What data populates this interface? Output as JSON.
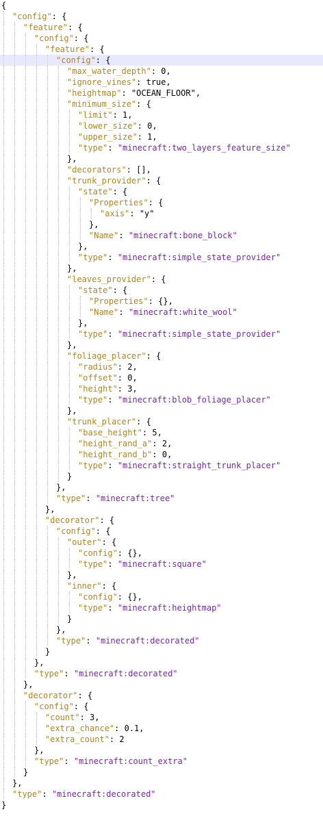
{
  "editor": {
    "highlight_color": "#e8e8ff",
    "key_color": "#b8860b",
    "string_value_color": "#7c1ec8",
    "highlighted_line": 5,
    "lines": [
      {
        "indent": 0,
        "parts": [
          {
            "t": "p",
            "v": "{"
          }
        ]
      },
      {
        "indent": 1,
        "parts": [
          {
            "t": "k",
            "v": "\"config\""
          },
          {
            "t": "p",
            "v": ": {"
          }
        ]
      },
      {
        "indent": 2,
        "parts": [
          {
            "t": "k",
            "v": "\"feature\""
          },
          {
            "t": "p",
            "v": ": {"
          }
        ]
      },
      {
        "indent": 3,
        "parts": [
          {
            "t": "k",
            "v": "\"config\""
          },
          {
            "t": "p",
            "v": ": {"
          }
        ]
      },
      {
        "indent": 4,
        "parts": [
          {
            "t": "k",
            "v": "\"feature\""
          },
          {
            "t": "p",
            "v": ": {"
          }
        ]
      },
      {
        "indent": 5,
        "parts": [
          {
            "t": "k",
            "v": "\"config\""
          },
          {
            "t": "p",
            "v": ": {"
          }
        ]
      },
      {
        "indent": 6,
        "parts": [
          {
            "t": "k",
            "v": "\"max_water_depth\""
          },
          {
            "t": "p",
            "v": ": "
          },
          {
            "t": "v",
            "v": "0"
          },
          {
            "t": "p",
            "v": ","
          }
        ]
      },
      {
        "indent": 6,
        "parts": [
          {
            "t": "k",
            "v": "\"ignore_vines\""
          },
          {
            "t": "p",
            "v": ": "
          },
          {
            "t": "v",
            "v": "true"
          },
          {
            "t": "p",
            "v": ","
          }
        ]
      },
      {
        "indent": 6,
        "parts": [
          {
            "t": "k",
            "v": "\"heightmap\""
          },
          {
            "t": "p",
            "v": ": "
          },
          {
            "t": "v",
            "v": "\"OCEAN_FLOOR\""
          },
          {
            "t": "p",
            "v": ","
          }
        ]
      },
      {
        "indent": 6,
        "parts": [
          {
            "t": "k",
            "v": "\"minimum_size\""
          },
          {
            "t": "p",
            "v": ": {"
          }
        ]
      },
      {
        "indent": 7,
        "parts": [
          {
            "t": "k",
            "v": "\"limit\""
          },
          {
            "t": "p",
            "v": ": "
          },
          {
            "t": "v",
            "v": "1"
          },
          {
            "t": "p",
            "v": ","
          }
        ]
      },
      {
        "indent": 7,
        "parts": [
          {
            "t": "k",
            "v": "\"lower_size\""
          },
          {
            "t": "p",
            "v": ": "
          },
          {
            "t": "v",
            "v": "0"
          },
          {
            "t": "p",
            "v": ","
          }
        ]
      },
      {
        "indent": 7,
        "parts": [
          {
            "t": "k",
            "v": "\"upper_size\""
          },
          {
            "t": "p",
            "v": ": "
          },
          {
            "t": "v",
            "v": "1"
          },
          {
            "t": "p",
            "v": ","
          }
        ]
      },
      {
        "indent": 7,
        "parts": [
          {
            "t": "k",
            "v": "\"type\""
          },
          {
            "t": "p",
            "v": ": "
          },
          {
            "t": "s",
            "v": "\"minecraft:two_layers_feature_size\""
          }
        ]
      },
      {
        "indent": 6,
        "parts": [
          {
            "t": "p",
            "v": "},"
          }
        ]
      },
      {
        "indent": 6,
        "parts": [
          {
            "t": "k",
            "v": "\"decorators\""
          },
          {
            "t": "p",
            "v": ": [],"
          }
        ]
      },
      {
        "indent": 6,
        "parts": [
          {
            "t": "k",
            "v": "\"trunk_provider\""
          },
          {
            "t": "p",
            "v": ": {"
          }
        ]
      },
      {
        "indent": 7,
        "parts": [
          {
            "t": "k",
            "v": "\"state\""
          },
          {
            "t": "p",
            "v": ": {"
          }
        ]
      },
      {
        "indent": 8,
        "parts": [
          {
            "t": "k",
            "v": "\"Properties\""
          },
          {
            "t": "p",
            "v": ": {"
          }
        ]
      },
      {
        "indent": 9,
        "parts": [
          {
            "t": "k",
            "v": "\"axis\""
          },
          {
            "t": "p",
            "v": ": "
          },
          {
            "t": "v",
            "v": "\"y\""
          }
        ]
      },
      {
        "indent": 8,
        "parts": [
          {
            "t": "p",
            "v": "},"
          }
        ]
      },
      {
        "indent": 8,
        "parts": [
          {
            "t": "k",
            "v": "\"Name\""
          },
          {
            "t": "p",
            "v": ": "
          },
          {
            "t": "s",
            "v": "\"minecraft:bone_block\""
          }
        ]
      },
      {
        "indent": 7,
        "parts": [
          {
            "t": "p",
            "v": "},"
          }
        ]
      },
      {
        "indent": 7,
        "parts": [
          {
            "t": "k",
            "v": "\"type\""
          },
          {
            "t": "p",
            "v": ": "
          },
          {
            "t": "s",
            "v": "\"minecraft:simple_state_provider\""
          }
        ]
      },
      {
        "indent": 6,
        "parts": [
          {
            "t": "p",
            "v": "},"
          }
        ]
      },
      {
        "indent": 6,
        "parts": [
          {
            "t": "k",
            "v": "\"leaves_provider\""
          },
          {
            "t": "p",
            "v": ": {"
          }
        ]
      },
      {
        "indent": 7,
        "parts": [
          {
            "t": "k",
            "v": "\"state\""
          },
          {
            "t": "p",
            "v": ": {"
          }
        ]
      },
      {
        "indent": 8,
        "parts": [
          {
            "t": "k",
            "v": "\"Properties\""
          },
          {
            "t": "p",
            "v": ": {},"
          }
        ]
      },
      {
        "indent": 8,
        "parts": [
          {
            "t": "k",
            "v": "\"Name\""
          },
          {
            "t": "p",
            "v": ": "
          },
          {
            "t": "s",
            "v": "\"minecraft:white_wool\""
          }
        ]
      },
      {
        "indent": 7,
        "parts": [
          {
            "t": "p",
            "v": "},"
          }
        ]
      },
      {
        "indent": 7,
        "parts": [
          {
            "t": "k",
            "v": "\"type\""
          },
          {
            "t": "p",
            "v": ": "
          },
          {
            "t": "s",
            "v": "\"minecraft:simple_state_provider\""
          }
        ]
      },
      {
        "indent": 6,
        "parts": [
          {
            "t": "p",
            "v": "},"
          }
        ]
      },
      {
        "indent": 6,
        "parts": [
          {
            "t": "k",
            "v": "\"foliage_placer\""
          },
          {
            "t": "p",
            "v": ": {"
          }
        ]
      },
      {
        "indent": 7,
        "parts": [
          {
            "t": "k",
            "v": "\"radius\""
          },
          {
            "t": "p",
            "v": ": "
          },
          {
            "t": "v",
            "v": "2"
          },
          {
            "t": "p",
            "v": ","
          }
        ]
      },
      {
        "indent": 7,
        "parts": [
          {
            "t": "k",
            "v": "\"offset\""
          },
          {
            "t": "p",
            "v": ": "
          },
          {
            "t": "v",
            "v": "0"
          },
          {
            "t": "p",
            "v": ","
          }
        ]
      },
      {
        "indent": 7,
        "parts": [
          {
            "t": "k",
            "v": "\"height\""
          },
          {
            "t": "p",
            "v": ": "
          },
          {
            "t": "v",
            "v": "3"
          },
          {
            "t": "p",
            "v": ","
          }
        ]
      },
      {
        "indent": 7,
        "parts": [
          {
            "t": "k",
            "v": "\"type\""
          },
          {
            "t": "p",
            "v": ": "
          },
          {
            "t": "s",
            "v": "\"minecraft:blob_foliage_placer\""
          }
        ]
      },
      {
        "indent": 6,
        "parts": [
          {
            "t": "p",
            "v": "},"
          }
        ]
      },
      {
        "indent": 6,
        "parts": [
          {
            "t": "k",
            "v": "\"trunk_placer\""
          },
          {
            "t": "p",
            "v": ": {"
          }
        ]
      },
      {
        "indent": 7,
        "parts": [
          {
            "t": "k",
            "v": "\"base_height\""
          },
          {
            "t": "p",
            "v": ": "
          },
          {
            "t": "v",
            "v": "5"
          },
          {
            "t": "p",
            "v": ","
          }
        ]
      },
      {
        "indent": 7,
        "parts": [
          {
            "t": "k",
            "v": "\"height_rand_a\""
          },
          {
            "t": "p",
            "v": ": "
          },
          {
            "t": "v",
            "v": "2"
          },
          {
            "t": "p",
            "v": ","
          }
        ]
      },
      {
        "indent": 7,
        "parts": [
          {
            "t": "k",
            "v": "\"height_rand_b\""
          },
          {
            "t": "p",
            "v": ": "
          },
          {
            "t": "v",
            "v": "0"
          },
          {
            "t": "p",
            "v": ","
          }
        ]
      },
      {
        "indent": 7,
        "parts": [
          {
            "t": "k",
            "v": "\"type\""
          },
          {
            "t": "p",
            "v": ": "
          },
          {
            "t": "s",
            "v": "\"minecraft:straight_trunk_placer\""
          }
        ]
      },
      {
        "indent": 6,
        "parts": [
          {
            "t": "p",
            "v": "}"
          }
        ]
      },
      {
        "indent": 5,
        "parts": [
          {
            "t": "p",
            "v": "},"
          }
        ]
      },
      {
        "indent": 5,
        "parts": [
          {
            "t": "k",
            "v": "\"type\""
          },
          {
            "t": "p",
            "v": ": "
          },
          {
            "t": "s",
            "v": "\"minecraft:tree\""
          }
        ]
      },
      {
        "indent": 4,
        "parts": [
          {
            "t": "p",
            "v": "},"
          }
        ]
      },
      {
        "indent": 4,
        "parts": [
          {
            "t": "k",
            "v": "\"decorator\""
          },
          {
            "t": "p",
            "v": ": {"
          }
        ]
      },
      {
        "indent": 5,
        "parts": [
          {
            "t": "k",
            "v": "\"config\""
          },
          {
            "t": "p",
            "v": ": {"
          }
        ]
      },
      {
        "indent": 6,
        "parts": [
          {
            "t": "k",
            "v": "\"outer\""
          },
          {
            "t": "p",
            "v": ": {"
          }
        ]
      },
      {
        "indent": 7,
        "parts": [
          {
            "t": "k",
            "v": "\"config\""
          },
          {
            "t": "p",
            "v": ": {},"
          }
        ]
      },
      {
        "indent": 7,
        "parts": [
          {
            "t": "k",
            "v": "\"type\""
          },
          {
            "t": "p",
            "v": ": "
          },
          {
            "t": "s",
            "v": "\"minecraft:square\""
          }
        ]
      },
      {
        "indent": 6,
        "parts": [
          {
            "t": "p",
            "v": "},"
          }
        ]
      },
      {
        "indent": 6,
        "parts": [
          {
            "t": "k",
            "v": "\"inner\""
          },
          {
            "t": "p",
            "v": ": {"
          }
        ]
      },
      {
        "indent": 7,
        "parts": [
          {
            "t": "k",
            "v": "\"config\""
          },
          {
            "t": "p",
            "v": ": {},"
          }
        ]
      },
      {
        "indent": 7,
        "parts": [
          {
            "t": "k",
            "v": "\"type\""
          },
          {
            "t": "p",
            "v": ": "
          },
          {
            "t": "s",
            "v": "\"minecraft:heightmap\""
          }
        ]
      },
      {
        "indent": 6,
        "parts": [
          {
            "t": "p",
            "v": "}"
          }
        ]
      },
      {
        "indent": 5,
        "parts": [
          {
            "t": "p",
            "v": "},"
          }
        ]
      },
      {
        "indent": 5,
        "parts": [
          {
            "t": "k",
            "v": "\"type\""
          },
          {
            "t": "p",
            "v": ": "
          },
          {
            "t": "s",
            "v": "\"minecraft:decorated\""
          }
        ]
      },
      {
        "indent": 4,
        "parts": [
          {
            "t": "p",
            "v": "}"
          }
        ]
      },
      {
        "indent": 3,
        "parts": [
          {
            "t": "p",
            "v": "},"
          }
        ]
      },
      {
        "indent": 3,
        "parts": [
          {
            "t": "k",
            "v": "\"type\""
          },
          {
            "t": "p",
            "v": ": "
          },
          {
            "t": "s",
            "v": "\"minecraft:decorated\""
          }
        ]
      },
      {
        "indent": 2,
        "parts": [
          {
            "t": "p",
            "v": "},"
          }
        ]
      },
      {
        "indent": 2,
        "parts": [
          {
            "t": "k",
            "v": "\"decorator\""
          },
          {
            "t": "p",
            "v": ": {"
          }
        ]
      },
      {
        "indent": 3,
        "parts": [
          {
            "t": "k",
            "v": "\"config\""
          },
          {
            "t": "p",
            "v": ": {"
          }
        ]
      },
      {
        "indent": 4,
        "parts": [
          {
            "t": "k",
            "v": "\"count\""
          },
          {
            "t": "p",
            "v": ": "
          },
          {
            "t": "v",
            "v": "3"
          },
          {
            "t": "p",
            "v": ","
          }
        ]
      },
      {
        "indent": 4,
        "parts": [
          {
            "t": "k",
            "v": "\"extra_chance\""
          },
          {
            "t": "p",
            "v": ": "
          },
          {
            "t": "v",
            "v": "0.1"
          },
          {
            "t": "p",
            "v": ","
          }
        ]
      },
      {
        "indent": 4,
        "parts": [
          {
            "t": "k",
            "v": "\"extra_count\""
          },
          {
            "t": "p",
            "v": ": "
          },
          {
            "t": "v",
            "v": "2"
          }
        ]
      },
      {
        "indent": 3,
        "parts": [
          {
            "t": "p",
            "v": "},"
          }
        ]
      },
      {
        "indent": 3,
        "parts": [
          {
            "t": "k",
            "v": "\"type\""
          },
          {
            "t": "p",
            "v": ": "
          },
          {
            "t": "s",
            "v": "\"minecraft:count_extra\""
          }
        ]
      },
      {
        "indent": 2,
        "parts": [
          {
            "t": "p",
            "v": "}"
          }
        ]
      },
      {
        "indent": 1,
        "parts": [
          {
            "t": "p",
            "v": "},"
          }
        ]
      },
      {
        "indent": 1,
        "parts": [
          {
            "t": "k",
            "v": "\"type\""
          },
          {
            "t": "p",
            "v": ": "
          },
          {
            "t": "s",
            "v": "\"minecraft:decorated\""
          }
        ]
      },
      {
        "indent": 0,
        "parts": [
          {
            "t": "p",
            "v": "}"
          }
        ]
      }
    ]
  }
}
